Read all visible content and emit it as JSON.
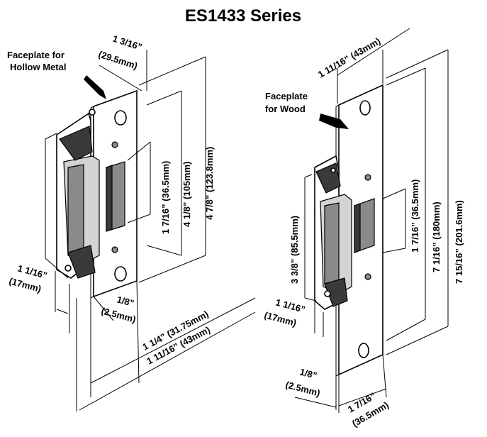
{
  "title": "ES1433 Series",
  "left": {
    "label_line1": "Faceplate for",
    "label_line2": "Hollow Metal",
    "dim_top_frac": "1 3/16”",
    "dim_top_mm": "(29.5mm)",
    "dim_a": "1 7/16” (36.5mm)",
    "dim_b": "4 1/8” (105mm)",
    "dim_c": "4 7/8” (123.8mm)",
    "dim_side_frac": "1 1/16”",
    "dim_side_mm": "(17mm)",
    "dim_thick_frac": "1/8”",
    "dim_thick_mm": "(2.5mm)",
    "dim_w1": "1 1/4” (31.75mm)",
    "dim_w2": "1 11/16” (43mm)"
  },
  "right": {
    "label_line1": "Faceplate",
    "label_line2": "for Wood",
    "dim_top": "1 11/16” (43mm)",
    "dim_a": "3 3/8” (85.5mm)",
    "dim_b": "1 7/16” (36.5mm)",
    "dim_c": "7 1/16” (180mm)",
    "dim_d": "7 15/16” (201.6mm)",
    "dim_side_frac": "1 1/16”",
    "dim_side_mm": "(17mm)",
    "dim_thick_frac": "1/8”",
    "dim_thick_mm": "(2.5mm)",
    "dim_bottom_frac": "1 7/16”",
    "dim_bottom_mm": "(36.5mm)"
  }
}
